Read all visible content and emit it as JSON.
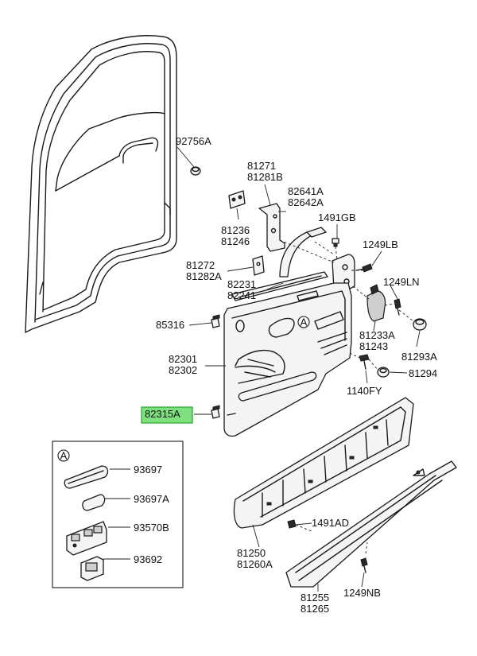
{
  "diagram": {
    "highlight_color": "#7fe07f",
    "callouts": [
      {
        "id": "c1",
        "lines": [
          "92756A"
        ]
      },
      {
        "id": "c2",
        "lines": [
          "81271",
          "81281B"
        ]
      },
      {
        "id": "c3",
        "lines": [
          "82641A",
          "82642A"
        ]
      },
      {
        "id": "c4",
        "lines": [
          "1491GB"
        ]
      },
      {
        "id": "c5",
        "lines": [
          "81236",
          "81246"
        ]
      },
      {
        "id": "c6",
        "lines": [
          "1249LB"
        ]
      },
      {
        "id": "c7",
        "lines": [
          "81272",
          "81282A"
        ]
      },
      {
        "id": "c8",
        "lines": [
          "82231",
          "82241"
        ]
      },
      {
        "id": "c9",
        "lines": [
          "1249LN"
        ]
      },
      {
        "id": "c10",
        "lines": [
          "85316"
        ]
      },
      {
        "id": "c11",
        "lines": [
          "81233A",
          "81243"
        ]
      },
      {
        "id": "c12",
        "lines": [
          "81293A"
        ]
      },
      {
        "id": "c13",
        "lines": [
          "82301",
          "82302"
        ]
      },
      {
        "id": "c14",
        "lines": [
          "81294"
        ]
      },
      {
        "id": "c15",
        "lines": [
          "1140FY"
        ]
      },
      {
        "id": "c16",
        "lines": [
          "82315A"
        ],
        "highlighted": true
      },
      {
        "id": "c17",
        "lines": [
          "93697"
        ]
      },
      {
        "id": "c18",
        "lines": [
          "93697A"
        ]
      },
      {
        "id": "c19",
        "lines": [
          "93570B"
        ]
      },
      {
        "id": "c20",
        "lines": [
          "93692"
        ]
      },
      {
        "id": "c21",
        "lines": [
          "1491AD"
        ]
      },
      {
        "id": "c22",
        "lines": [
          "81250",
          "81260A"
        ]
      },
      {
        "id": "c23",
        "lines": [
          "81255",
          "81265"
        ]
      },
      {
        "id": "c24",
        "lines": [
          "1249NB"
        ]
      }
    ],
    "detail_marker": "A",
    "inset_marker": "A"
  }
}
